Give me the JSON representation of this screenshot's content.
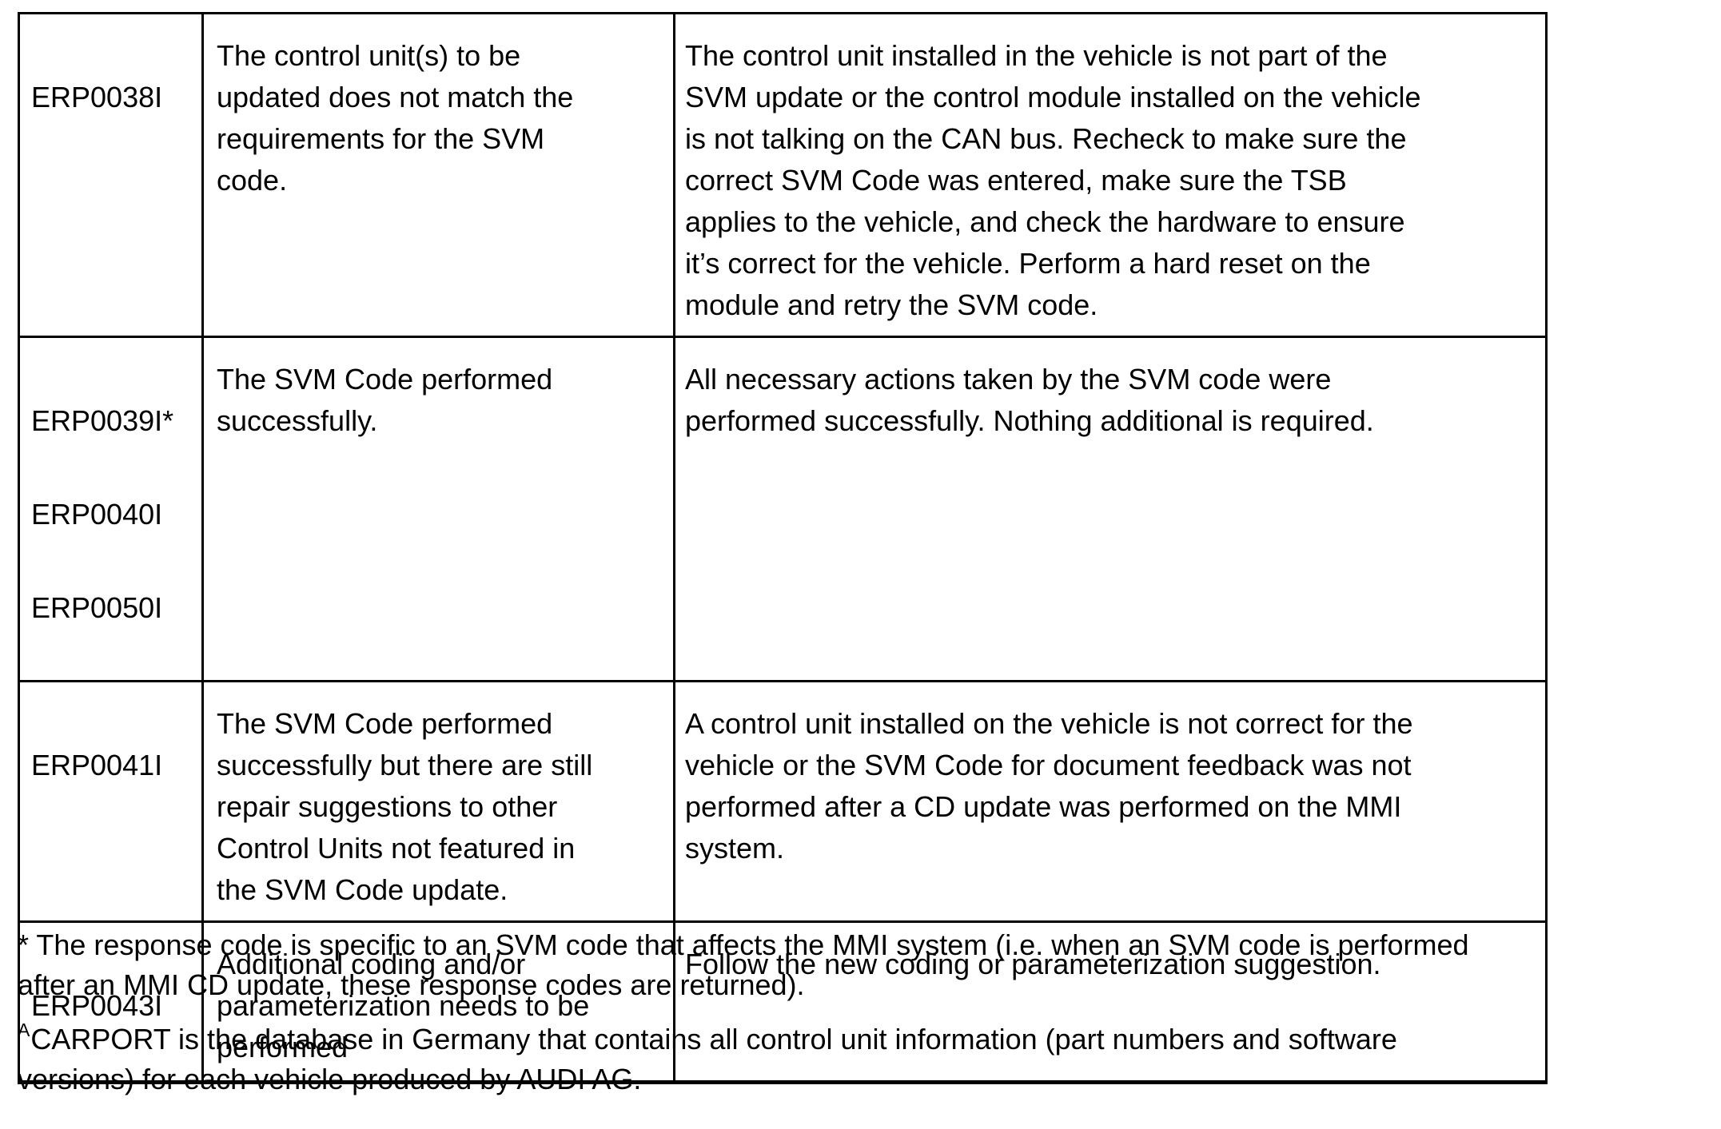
{
  "document": {
    "background_color": "#ffffff",
    "text_color": "#000000",
    "table_border_color": "#000000"
  },
  "table": {
    "rows": [
      {
        "codes": [
          "ERP0038I"
        ],
        "meaning": "The control unit(s) to be\nupdated does not match the\nrequirements for the SVM\ncode.",
        "description": "The control unit installed in the vehicle is not part of the\nSVM update or the control module installed on the vehicle\nis not talking on the CAN bus. Recheck to make sure the\ncorrect SVM Code was entered, make sure the TSB\napplies to the vehicle, and check the hardware to ensure\nit’s correct for the vehicle. Perform a hard reset on the\nmodule and retry the SVM code."
      },
      {
        "codes": [
          "ERP0039I*",
          "ERP0040I",
          "ERP0050I"
        ],
        "meaning": "The SVM Code performed\nsuccessfully.",
        "description": "All necessary actions taken by the SVM code were\nperformed successfully. Nothing additional is required."
      },
      {
        "codes": [
          "ERP0041I"
        ],
        "meaning": "The SVM Code performed\nsuccessfully but there are still\nrepair suggestions to other\nControl Units not featured in\nthe SVM Code update.",
        "description": "A control unit installed on the vehicle is not correct for the\nvehicle or the SVM Code for document feedback was not\nperformed after a CD update was performed on the MMI\nsystem."
      },
      {
        "codes": [
          "ERP0043I"
        ],
        "meaning": "Additional coding and/or\nparameterization needs to be\nperformed",
        "description": "Follow the new coding or parameterization suggestion."
      }
    ]
  },
  "footnotes": {
    "asterisk_note": "* The response code is specific to an SVM code that affects the MMI system (i.e. when an SVM code is performed\nafter an MMI CD update, these response codes are returned).",
    "carport_superscript": "A",
    "carport_note": "CARPORT is the database in Germany that contains all control unit information (part numbers and software\nversions) for each vehicle produced by AUDI AG."
  }
}
